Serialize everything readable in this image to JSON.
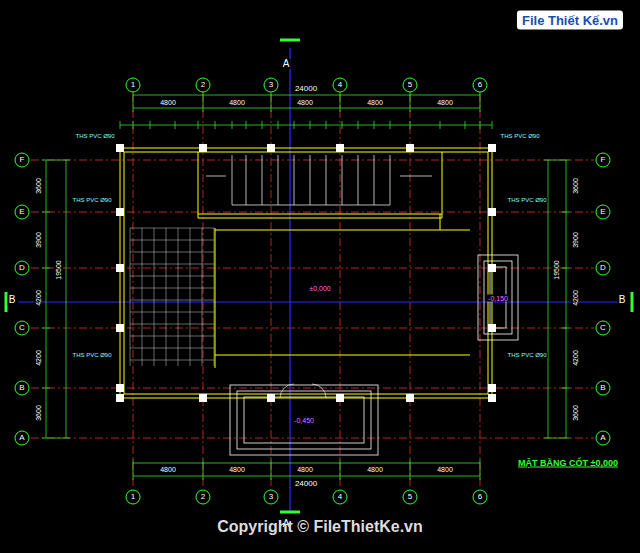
{
  "diagram": {
    "title": "MẶT BẰNG CỐT ±0,000",
    "nodes": [
      {
        "text": [
          "1"
        ]
      },
      {
        "text": [
          "2"
        ]
      },
      {
        "text": [
          "3"
        ]
      },
      {
        "text": [
          "4"
        ]
      },
      {
        "text": [
          "5"
        ]
      },
      {
        "text": [
          "6"
        ]
      },
      {
        "text": [
          "F"
        ]
      },
      {
        "text": [
          "F"
        ]
      },
      {
        "text": [
          "E"
        ]
      },
      {
        "text": [
          "E"
        ]
      },
      {
        "text": [
          "D"
        ]
      },
      {
        "text": [
          "D"
        ]
      },
      {
        "text": [
          "C"
        ]
      },
      {
        "text": [
          "C"
        ]
      },
      {
        "text": [
          "B"
        ]
      },
      {
        "text": [
          "B"
        ]
      },
      {
        "text": [
          "A"
        ]
      },
      {
        "text": [
          "A"
        ]
      },
      {
        "text": [
          "1"
        ]
      },
      {
        "text": [
          "2"
        ]
      },
      {
        "text": [
          "3"
        ]
      },
      {
        "text": [
          "4"
        ]
      },
      {
        "text": [
          "5"
        ]
      },
      {
        "text": [
          "6"
        ]
      }
    ],
    "labels": [
      "File Thiết Kế.vn",
      "A",
      "A",
      "B",
      "B",
      "24000",
      "4800",
      "4800",
      "4800",
      "4800",
      "4800",
      "4800",
      "4800",
      "4800",
      "4800",
      "4800",
      "24000",
      "3600",
      "3900",
      "4200",
      "4200",
      "3600",
      "19500",
      "3600",
      "3900",
      "4200",
      "4200",
      "3600",
      "19500",
      "±0,000",
      "-0,450",
      "-0,150",
      "THS PVC Ø90",
      "THS PVC Ø90",
      "THS PVC Ø90",
      "THS PVC Ø90",
      "THS PVC Ø90",
      "THS PVC Ø90",
      "Copyright © FileThietKe.vn"
    ]
  }
}
